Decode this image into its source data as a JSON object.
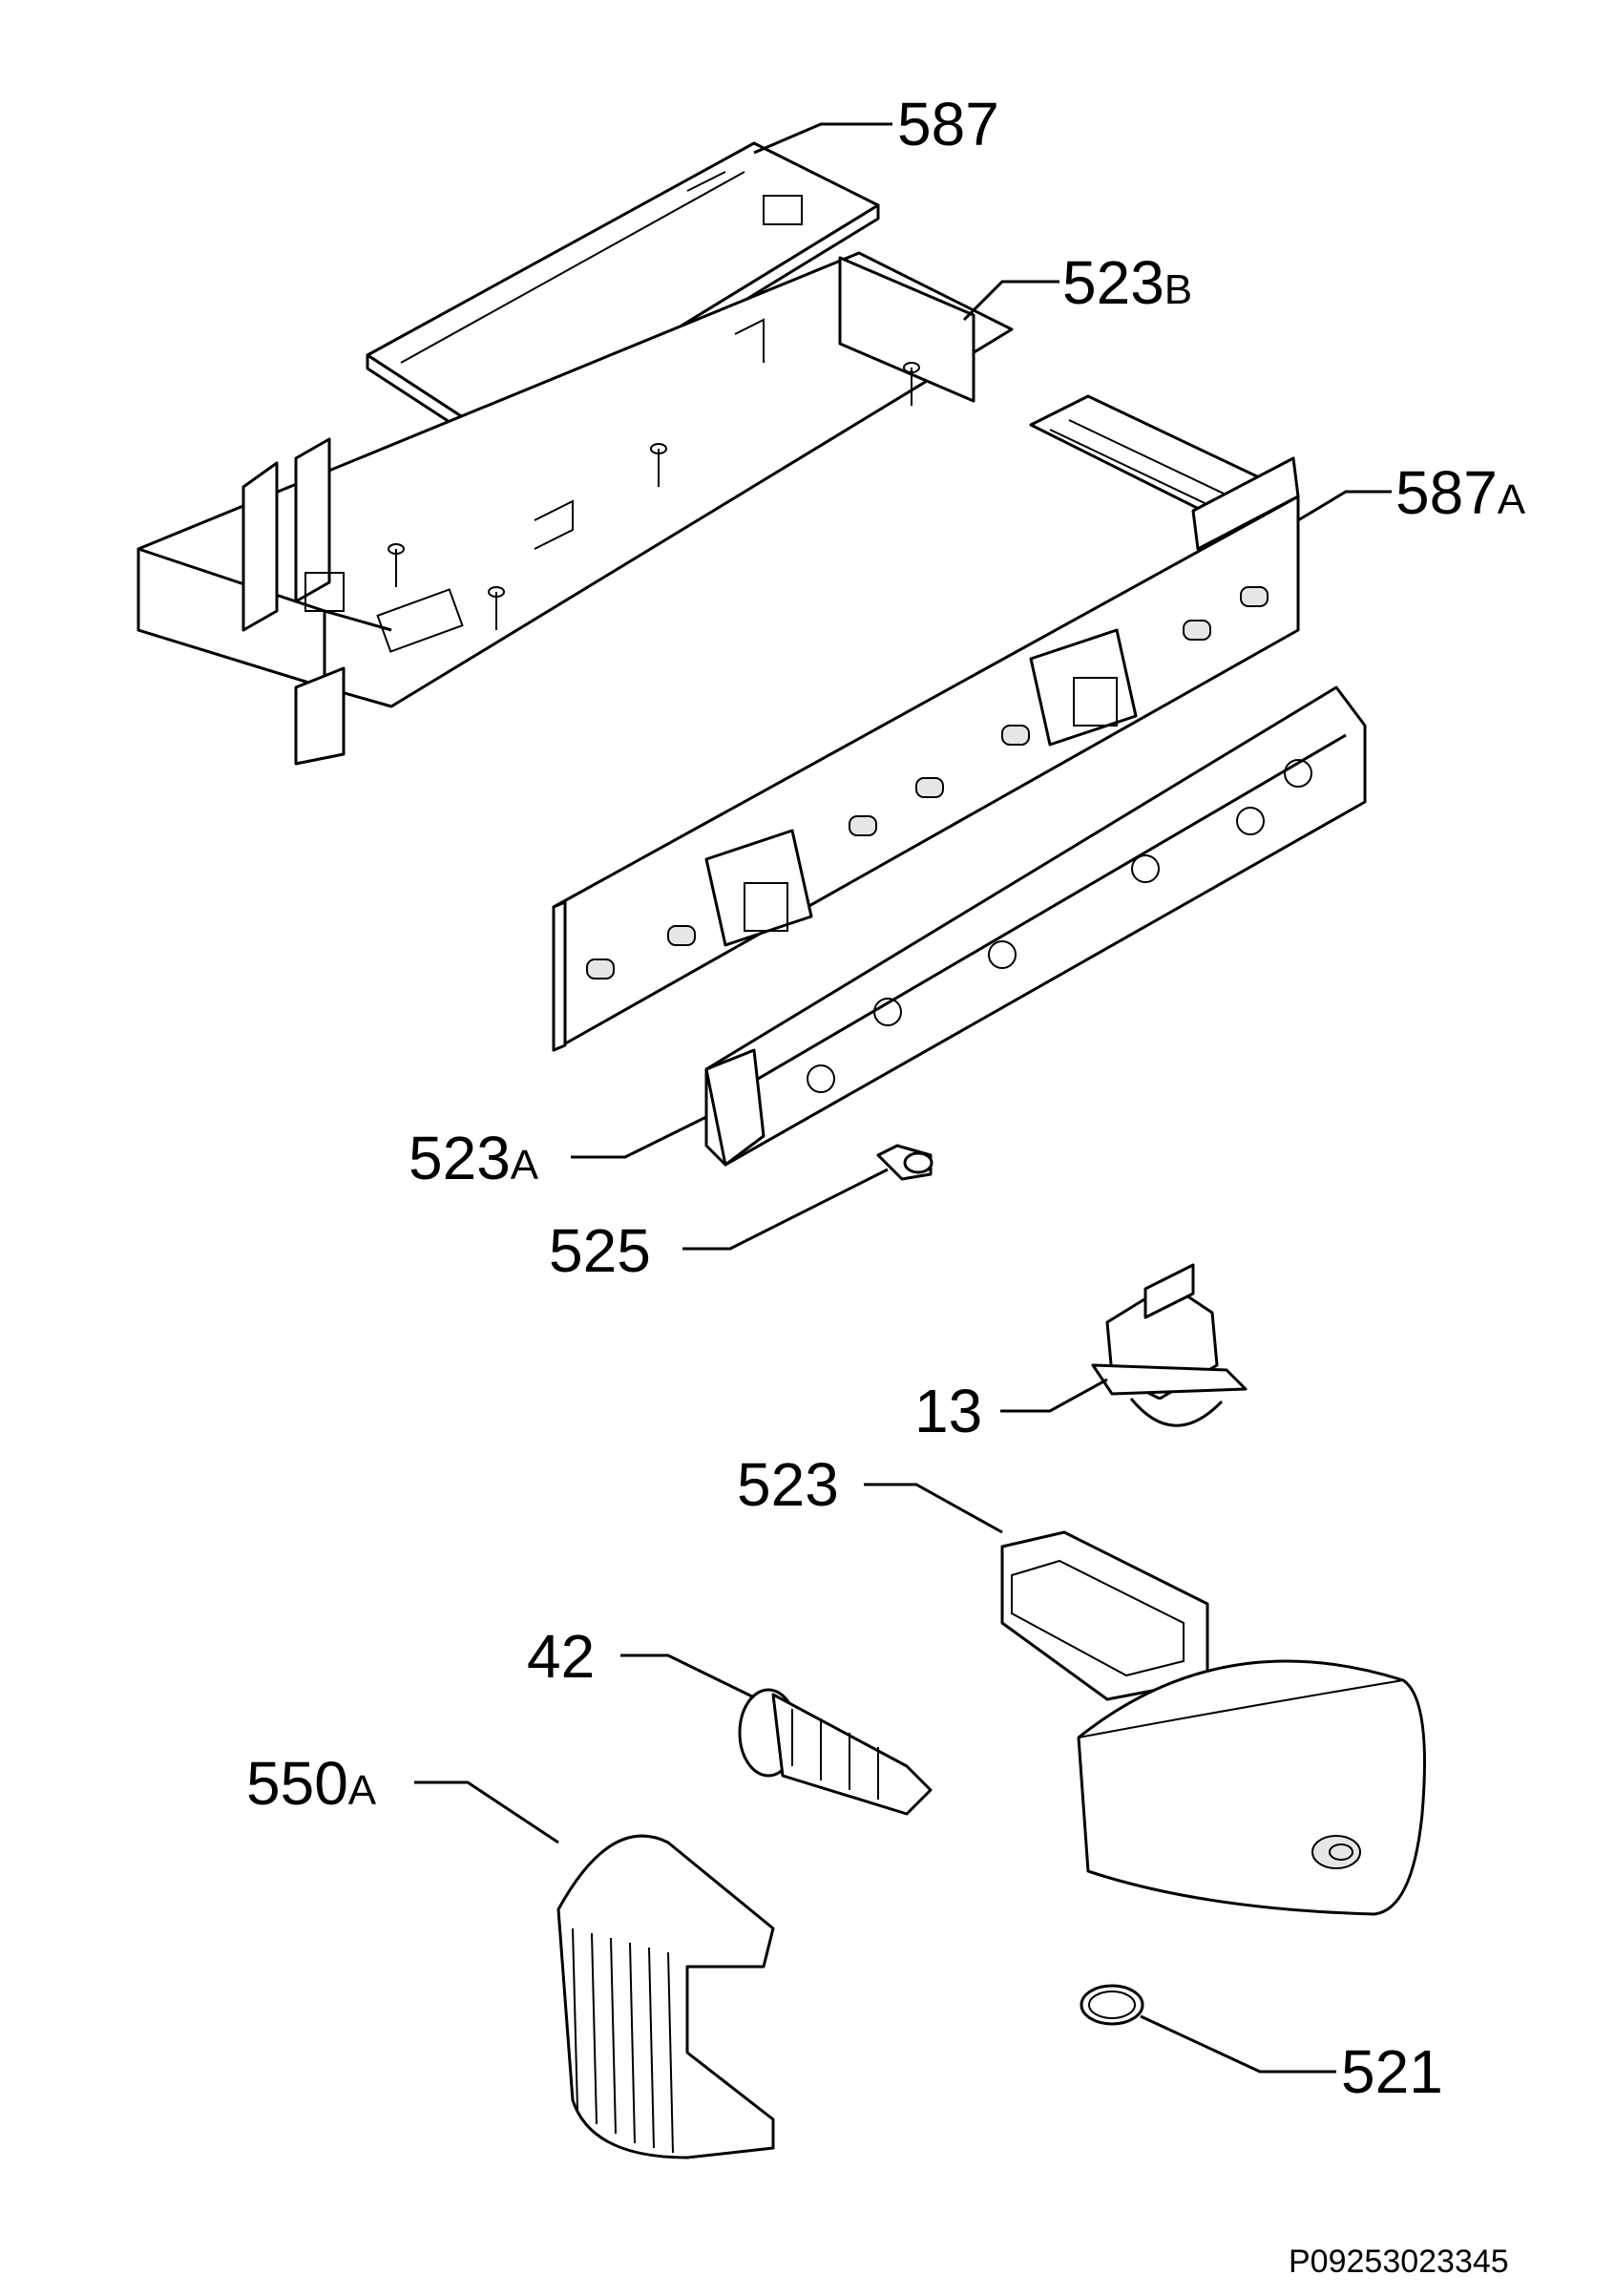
{
  "labels": {
    "p587": {
      "number": "587",
      "suffix": ""
    },
    "p523b": {
      "number": "523",
      "suffix": "B"
    },
    "p587a": {
      "number": "587",
      "suffix": "A"
    },
    "p523a": {
      "number": "523",
      "suffix": "A"
    },
    "p525": {
      "number": "525",
      "suffix": ""
    },
    "p13": {
      "number": "13",
      "suffix": ""
    },
    "p523": {
      "number": "523",
      "suffix": ""
    },
    "p42": {
      "number": "42",
      "suffix": ""
    },
    "p550a": {
      "number": "550",
      "suffix": "A"
    },
    "p521": {
      "number": "521",
      "suffix": ""
    }
  },
  "document_id": "P09253023345"
}
